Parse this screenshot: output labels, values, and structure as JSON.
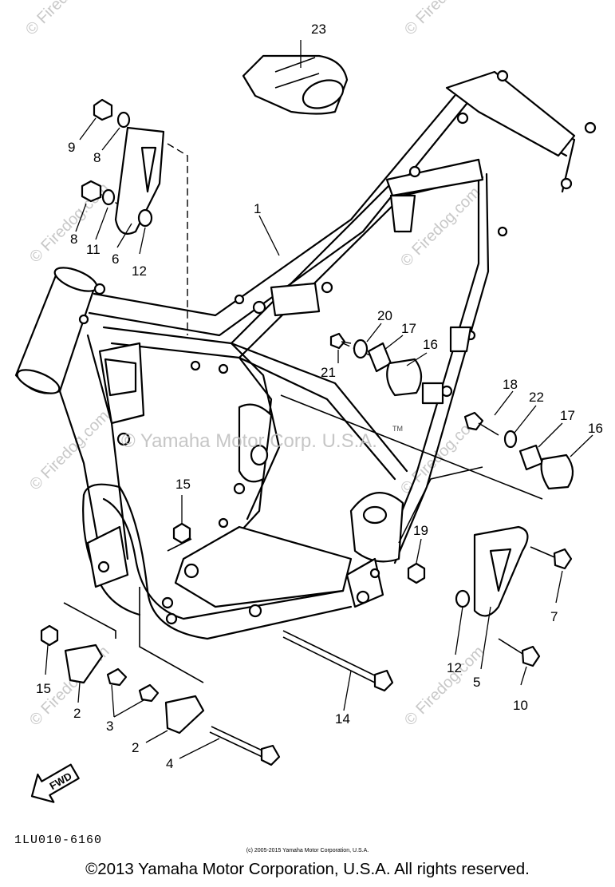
{
  "parts": {
    "p1": "1",
    "p2a": "2",
    "p2b": "2",
    "p3": "3",
    "p4": "4",
    "p5": "5",
    "p6": "6",
    "p7": "7",
    "p8a": "8",
    "p8b": "8",
    "p9": "9",
    "p10": "10",
    "p11": "11",
    "p12a": "12",
    "p12b": "12",
    "p14": "14",
    "p15a": "15",
    "p15b": "15",
    "p16a": "16",
    "p16b": "16",
    "p17a": "17",
    "p17b": "17",
    "p18": "18",
    "p19": "19",
    "p20": "20",
    "p21": "21",
    "p22": "22",
    "p23": "23"
  },
  "fwd_label": "FWD",
  "watermarks": {
    "main": "© Yamaha Motor Corp. U.S.A.",
    "tm": "TM",
    "firedog": "© Firedog.com"
  },
  "diagram_code": "1LU010-6160",
  "small_copyright": "(c) 2005-2015 Yamaha Motor Corporation, U.S.A.",
  "footer": "©2013 Yamaha Motor Corporation, U.S.A. All rights reserved."
}
